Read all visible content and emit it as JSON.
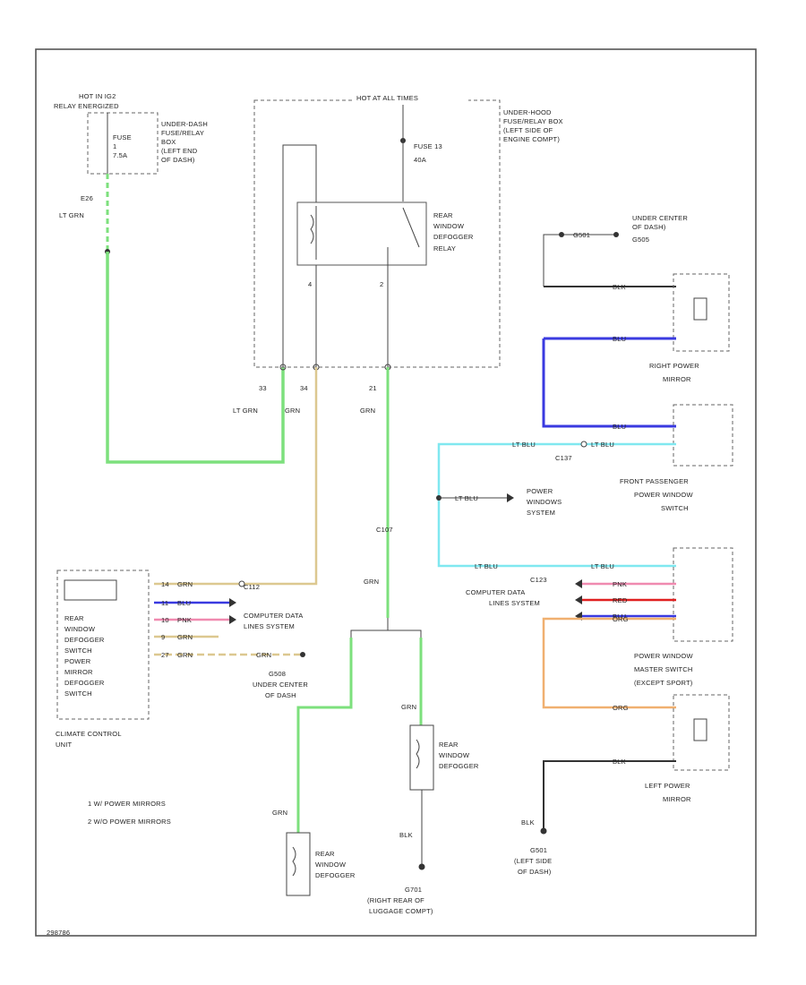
{
  "colors": {
    "lt_grn": "#7de07d",
    "grn": "#7de07d",
    "tan": "#dcc890",
    "lt_blu": "#80e8f0",
    "blu": "#3a3ae0",
    "pnk": "#f08ab0",
    "red": "#e02020",
    "org": "#f0b070",
    "blk": "#333333"
  },
  "fuse_box_left": {
    "header_lines": [
      "HOT IN IG2",
      "RELAY ENERGIZED"
    ],
    "fuse": [
      "FUSE",
      "1",
      "7.5A"
    ],
    "location": [
      "UNDER-DASH",
      "FUSE/RELAY",
      "BOX",
      "(LEFT END",
      "OF DASH)"
    ],
    "terminal": "E26",
    "wire": "LT GRN"
  },
  "fuse_box_main": {
    "header": "HOT AT ALL TIMES",
    "fuse": [
      "FUSE 13",
      "40A"
    ],
    "location": [
      "UNDER-HOOD",
      "FUSE/RELAY BOX",
      "(LEFT SIDE OF",
      "ENGINE COMPT)"
    ],
    "relay": [
      "REAR",
      "WINDOW",
      "DEFOGGER",
      "RELAY"
    ],
    "pin_left": "4",
    "pin_right": "2",
    "terminals": [
      "33",
      "34",
      "21"
    ],
    "wires": [
      "LT GRN",
      "GRN",
      "GRN"
    ]
  },
  "ground_top": {
    "label": "G501",
    "location": [
      "UNDER CENTER",
      "OF DASH)",
      "G505"
    ],
    "wire": "BLK"
  },
  "right_mirror": {
    "label": [
      "RIGHT POWER",
      "MIRROR"
    ],
    "wire_top": "BLK",
    "wire_bottom": "BLU"
  },
  "front_pass_switch": {
    "label": [
      "FRONT PASSENGER",
      "POWER WINDOW",
      "SWITCH"
    ],
    "wire_top": "BLU",
    "wire_mid": "LT BLU",
    "connector": "C137",
    "wire_mid2": "LT BLU"
  },
  "power_window_ref": {
    "wire": "LT BLU",
    "label": [
      "POWER",
      "WINDOWS",
      "SYSTEM"
    ]
  },
  "master_switch": {
    "label": [
      "POWER WINDOW",
      "MASTER SWITCH",
      "(EXCEPT SPORT)"
    ],
    "wires": [
      "LT BLU",
      "PNK",
      "RED",
      "BLU",
      "ORG"
    ],
    "wire_left": "LT BLU",
    "connector": "C123",
    "ref": [
      "COMPUTER DATA",
      "LINES SYSTEM"
    ]
  },
  "splice": {
    "connector": "C107",
    "wire": "GRN"
  },
  "climate_unit": {
    "label_inside": [
      "REAR",
      "WINDOW",
      "DEFOGGER",
      "SWITCH",
      "POWER",
      "MIRROR",
      "DEFOGGER",
      "SWITCH"
    ],
    "label_below": [
      "CLIMATE CONTROL",
      "UNIT"
    ],
    "pins": [
      "14",
      "11",
      "10",
      "9",
      "27"
    ],
    "wires": [
      "GRN",
      "BLU",
      "PNK",
      "GRN",
      "GRN"
    ],
    "connector": "C112",
    "ref": [
      "COMPUTER DATA",
      "LINES SYSTEM"
    ],
    "wire_out": "GRN",
    "junction": "G508",
    "junction_loc": [
      "UNDER CENTER",
      "OF DASH"
    ]
  },
  "notes": [
    "1  W/ POWER MIRRORS",
    "2  W/O POWER MIRRORS"
  ],
  "rear_defogger": {
    "label": [
      "REAR",
      "WINDOW",
      "DEFOGGER"
    ],
    "wire_top": "GRN",
    "wire_bottom": "BLK",
    "ground": "G701",
    "ground_loc": [
      "(RIGHT REAR OF",
      "LUGGAGE COMPT)"
    ]
  },
  "left_defogger": {
    "label": [
      "REAR",
      "WINDOW",
      "DEFOGGER"
    ],
    "wire": "GRN"
  },
  "left_mirror": {
    "label": [
      "LEFT POWER",
      "MIRROR"
    ],
    "wire_top": "ORG",
    "wire_bottom": "BLK",
    "ground_wire": "BLK",
    "ground": "G501",
    "ground_loc": [
      "(LEFT SIDE",
      "OF DASH)"
    ]
  },
  "footer": "298786"
}
